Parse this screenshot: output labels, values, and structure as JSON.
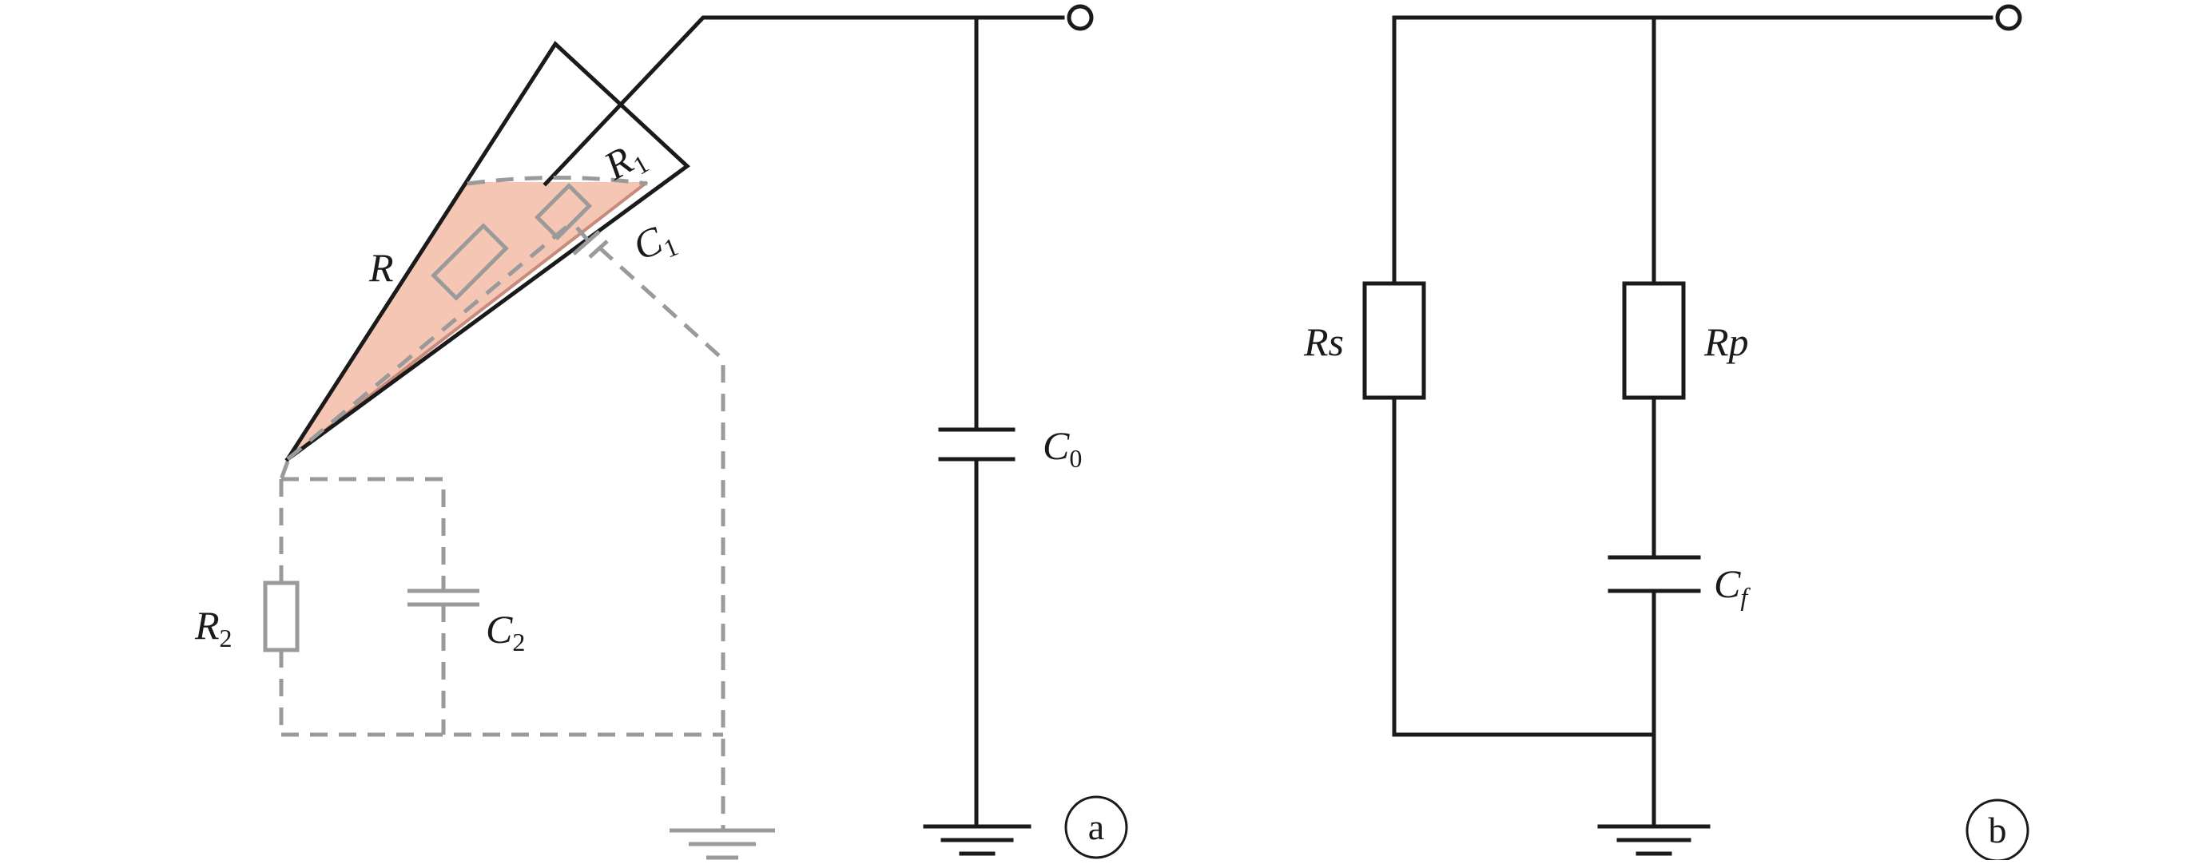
{
  "panel_a": {
    "tag": "a",
    "labels": {
      "R": "R",
      "R1": {
        "main": "R",
        "sub": "1"
      },
      "C1": {
        "main": "C",
        "sub": "1"
      },
      "R2": {
        "main": "R",
        "sub": "2"
      },
      "C2": {
        "main": "C",
        "sub": "2"
      },
      "C0": {
        "main": "C",
        "sub": "0"
      }
    },
    "colors": {
      "wedge_fill": "#f5c6b4",
      "dashed": "#9a9a9a",
      "line": "#1a1a1a"
    }
  },
  "panel_b": {
    "tag": "b",
    "labels": {
      "Rs": "Rs",
      "Rp": "Rp",
      "Cf": {
        "main": "C",
        "sub": "f"
      }
    }
  }
}
